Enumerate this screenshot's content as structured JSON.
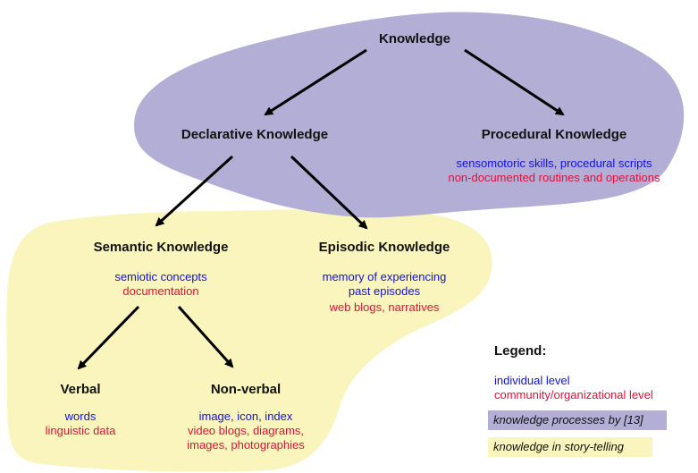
{
  "nodes": {
    "knowledge": {
      "title": "Knowledge"
    },
    "declarative": {
      "title": "Declarative Knowledge"
    },
    "procedural": {
      "title": "Procedural Knowledge",
      "individual": "sensomotoric skills, procedural scripts",
      "community": "non-documented routines and operations"
    },
    "semantic": {
      "title": "Semantic Knowledge",
      "individual": "semiotic concepts",
      "community": "documentation"
    },
    "episodic": {
      "title": "Episodic Knowledge",
      "individual_1": "memory of experiencing",
      "individual_2": "past episodes",
      "community": "web blogs, narratives"
    },
    "verbal": {
      "title": "Verbal",
      "individual": "words",
      "community": "linguistic data"
    },
    "nonverbal": {
      "title": "Non-verbal",
      "individual": "image, icon, index",
      "community_1": "video blogs, diagrams,",
      "community_2": "images, photographies"
    }
  },
  "legend": {
    "title": "Legend:",
    "individual": "individual level",
    "community": "community/organizational level",
    "purple": "knowledge processes by [13]",
    "yellow": "knowledge in story-telling"
  },
  "colors": {
    "individual": "#1010dd",
    "community": "#e0103a",
    "purple_region": "#b3aed6",
    "yellow_region": "#faf5bd"
  }
}
